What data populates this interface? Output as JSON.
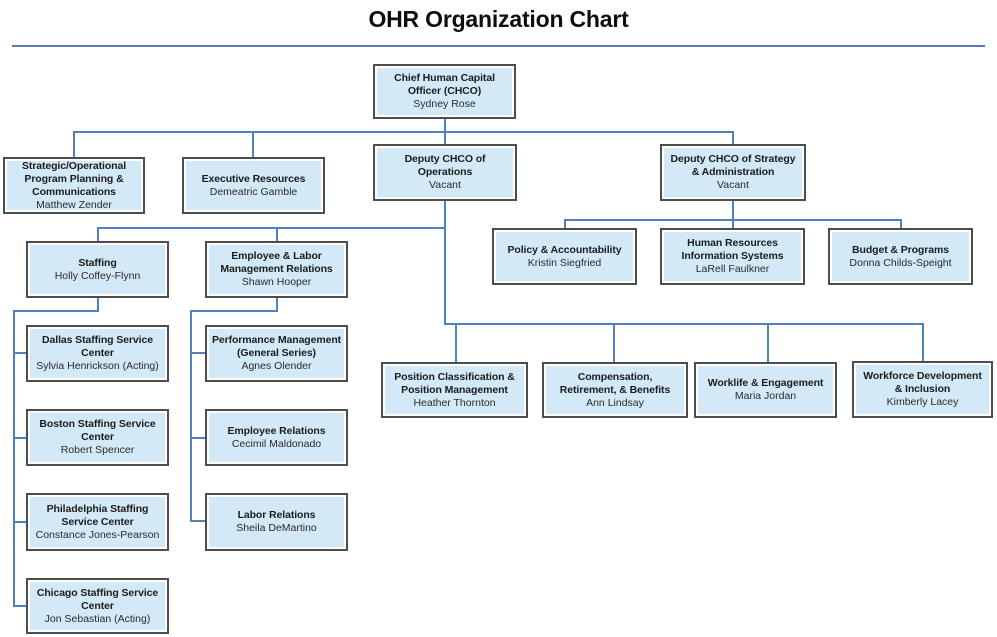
{
  "page": {
    "title": "OHR Organization Chart"
  },
  "colors": {
    "box_fill": "#d3e9f8",
    "box_border": "#4d4d4d",
    "box_inner_ring": "#ffffff",
    "connector": "#4f81bd",
    "title_rule": "#5b78b8",
    "text": "#1c1c1c",
    "background": "#ffffff"
  },
  "nodes": {
    "chco": {
      "title": "Chief Human Capital\nOfficer (CHCO)",
      "name": "Sydney Rose",
      "reports_to": null
    },
    "strategic": {
      "title": "Strategic/Operational\nProgram Planning &\nCommunications",
      "name": "Matthew Zender",
      "reports_to": "chco"
    },
    "executive": {
      "title": "Executive Resources",
      "name": "Demeatric Gamble",
      "reports_to": "chco"
    },
    "deputy_ops": {
      "title": "Deputy CHCO of\nOperations",
      "name": "Vacant",
      "reports_to": "chco"
    },
    "deputy_strategy": {
      "title": "Deputy CHCO of Strategy\n& Administration",
      "name": "Vacant",
      "reports_to": "chco"
    },
    "policy": {
      "title": "Policy & Accountability",
      "name": "Kristin Siegfried",
      "reports_to": "deputy_strategy"
    },
    "hris": {
      "title": "Human Resources\nInformation Systems",
      "name": "LaRell Faulkner",
      "reports_to": "deputy_strategy"
    },
    "budget": {
      "title": "Budget & Programs",
      "name": "Donna Childs-Speight",
      "reports_to": "deputy_strategy"
    },
    "staffing": {
      "title": "Staffing",
      "name": "Holly Coffey-Flynn",
      "reports_to": "deputy_ops"
    },
    "elmr": {
      "title": "Employee & Labor\nManagement Relations",
      "name": "Shawn Hooper",
      "reports_to": "deputy_ops"
    },
    "dallas": {
      "title": "Dallas Staffing Service\nCenter",
      "name": "Sylvia Henrickson (Acting)",
      "reports_to": "staffing"
    },
    "boston": {
      "title": "Boston Staffing Service\nCenter",
      "name": "Robert Spencer",
      "reports_to": "staffing"
    },
    "philadelphia": {
      "title": "Philadelphia Staffing\nService Center",
      "name": "Constance Jones-Pearson",
      "reports_to": "staffing"
    },
    "chicago": {
      "title": "Chicago Staffing Service\nCenter",
      "name": "Jon Sebastian (Acting)",
      "reports_to": "staffing"
    },
    "performance": {
      "title": "Performance Management\n(General Series)",
      "name": "Agnes Olender",
      "reports_to": "elmr"
    },
    "employee_relations": {
      "title": "Employee Relations",
      "name": "Cecimil Maldonado",
      "reports_to": "elmr"
    },
    "labor_relations": {
      "title": "Labor Relations",
      "name": "Sheila DeMartino",
      "reports_to": "elmr"
    },
    "position_classification": {
      "title": "Position Classification &\nPosition Management",
      "name": "Heather Thornton",
      "reports_to": "deputy_ops"
    },
    "compensation": {
      "title": "Compensation,\nRetirement, & Benefits",
      "name": "Ann Lindsay",
      "reports_to": "deputy_ops"
    },
    "worklife": {
      "title": "Worklife & Engagement",
      "name": "Maria Jordan",
      "reports_to": "deputy_ops"
    },
    "workforce": {
      "title": "Workforce Development\n& Inclusion",
      "name": "Kimberly Lacey",
      "reports_to": "deputy_ops"
    }
  }
}
